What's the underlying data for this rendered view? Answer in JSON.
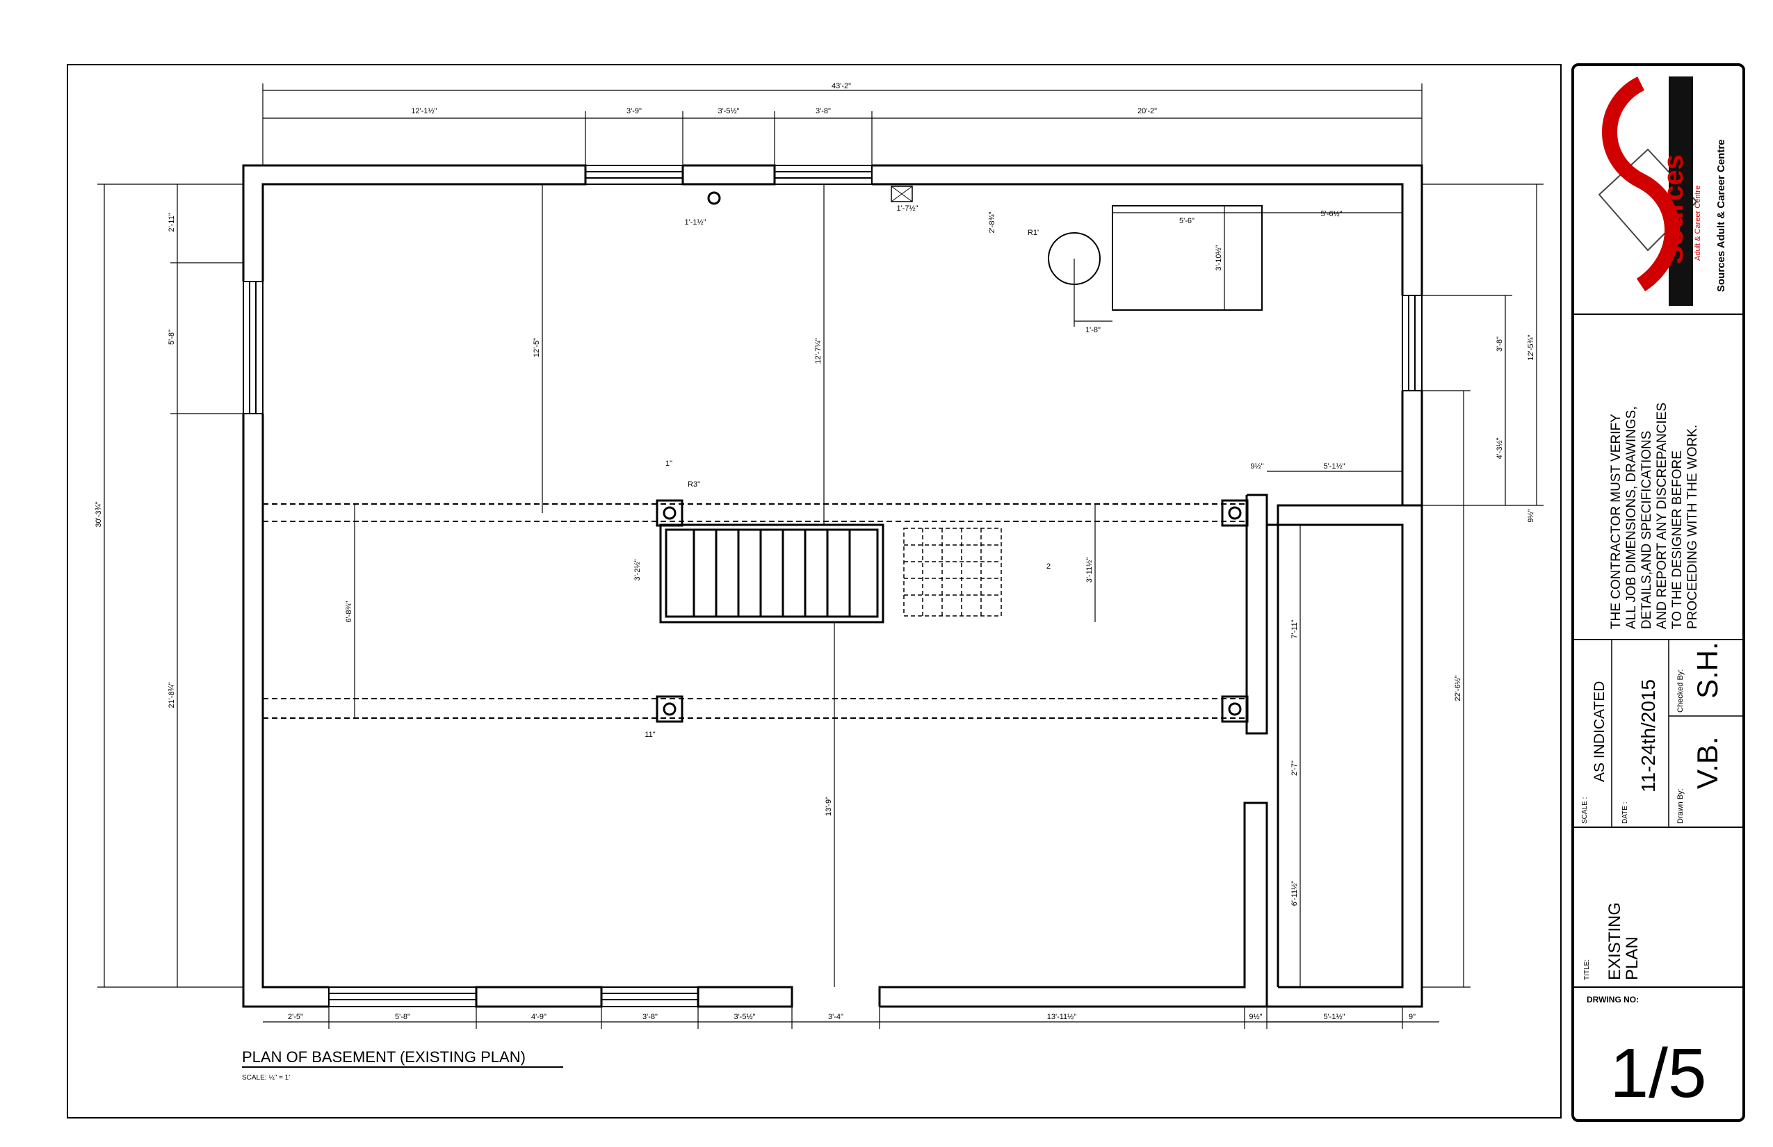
{
  "drawing": {
    "title": "PLAN OF BASEMENT (EXISTING PLAN)",
    "scale_note": "SCALE: ¼\" = 1'"
  },
  "dims": {
    "overall_width": "43'-2\"",
    "top": [
      "12'-1½\"",
      "3'-9\"",
      "3'-5½\"",
      "3'-8\"",
      "20'-2\""
    ],
    "bottom": [
      "2'-5\"",
      "5'-8\"",
      "4'-9\"",
      "3'-8\"",
      "3'-5½\"",
      "3'-4\"",
      "13'-11½\"",
      "9½\"",
      "5'-1½\"",
      "9\""
    ],
    "left_outer": "30'-3¾\"",
    "left_mid": "21'-8¾\"",
    "left_top": [
      "2'-11\"",
      "5'-8\""
    ],
    "right": [
      "3'-8\"",
      "12'-5¾\"",
      "4'-3½\"",
      "22'-6½\"",
      "9½\""
    ],
    "interior": [
      "12'-5\"",
      "12'-7¼\"",
      "13'-9\"",
      "6'-8¾\"",
      "3'-2½\"",
      "3'-11½\"",
      "7'-11\"",
      "2'-7\"",
      "6'-11½\"",
      "5'-6\"",
      "5'-6½\"",
      "3'-10½\"",
      "2'-8¾\"",
      "1'-8\"",
      "R1'",
      "5'-1½\"",
      "9½\"",
      "1'-1½\"",
      "1'-7½\"",
      "R3\"",
      "11\"",
      "1\"",
      "2"
    ]
  },
  "titleblock": {
    "logo_word": "Sources",
    "logo_sub": "Adult & Career Centre",
    "company": "Sources Adult & Career Centre",
    "notes": "THE CONTRACTOR MUST VERIFY ALL JOB DIMENSIONS, DRAWINGS, DETAILS,AND SPECIFICATIONS AND REPORT ANY DISCREPANCIES TO THE DESIGNER BEFORE PROCEEDING WITH THE WORK.",
    "notes_lines": [
      "THE CONTRACTOR MUST VERIFY",
      "ALL JOB DIMENSIONS, DRAWINGS,",
      "DETAILS,AND SPECIFICATIONS",
      "AND REPORT ANY DISCREPANCIES",
      "TO THE DESIGNER BEFORE",
      "PROCEEDING WITH THE WORK."
    ],
    "scale_label": "SCALE :",
    "scale_value": "AS INDICATED",
    "date_label": "DATE :",
    "date_value": "11-24th/2015",
    "drawn_label": "Drawn By:",
    "drawn_value": "V.B.",
    "checked_label": "Checked By:",
    "checked_value": "S.H.",
    "title_label": "TITLE:",
    "title_lines": [
      "EXISTING",
      "PLAN"
    ],
    "drawing_no_label": "DRWING NO:",
    "drawing_no": "1/5"
  }
}
